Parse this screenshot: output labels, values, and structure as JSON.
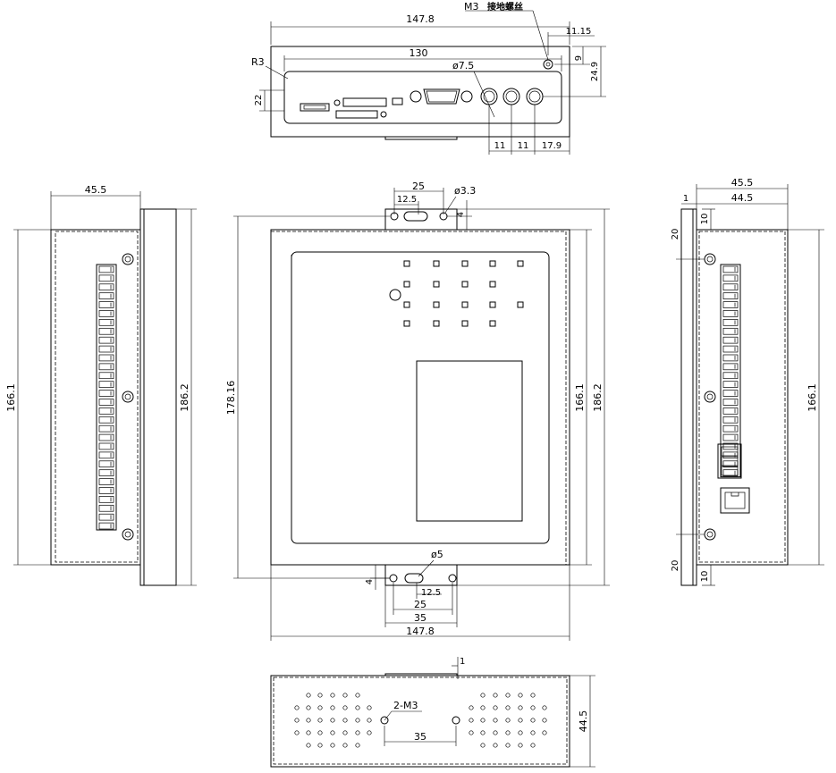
{
  "top_view": {
    "width": "147.8",
    "ground_screw": "M3",
    "ground_screw_note": "接地螺丝",
    "offset_right": "11.15",
    "inner_width": "130",
    "corner_radius": "R3",
    "hole_dia": "ø7.5",
    "height_22": "22",
    "dim_9": "9",
    "dim_24_9": "24.9",
    "spacing_11a": "11",
    "spacing_11b": "11",
    "spacing_17_9": "17.9"
  },
  "left_view": {
    "depth": "45.5",
    "height_inner": "166.1",
    "height_outer": "186.2"
  },
  "front_view": {
    "top_25": "25",
    "top_12_5": "12.5",
    "hole_3_3": "ø3.3",
    "top_4": "4",
    "height_178": "178.16",
    "height_166": "166.1",
    "height_186": "186.2",
    "bottom_hole": "ø5",
    "bottom_4": "4",
    "bottom_12_5": "12.5",
    "bottom_25": "25",
    "bottom_35": "35",
    "width": "147.8"
  },
  "right_view": {
    "depth": "45.5",
    "dim_1": "1",
    "depth_inner": "44.5",
    "dim_10_top": "10",
    "dim_20_top": "20",
    "height": "166.1",
    "dim_20_bottom": "20",
    "dim_10_bottom": "10"
  },
  "bottom_view": {
    "dim_1": "1",
    "screw": "2-M3",
    "spacing": "35",
    "depth": "44.5"
  }
}
